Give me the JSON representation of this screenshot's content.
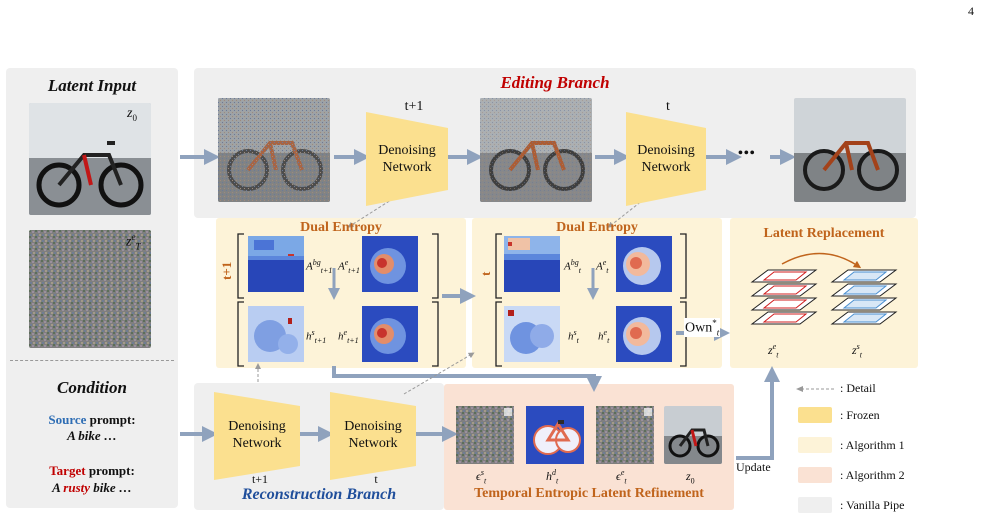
{
  "page_number": "4",
  "latent_input": {
    "title": "Latent Input",
    "z0": "z",
    "z0_sub": "0",
    "zT": "z",
    "zT_sup": "e",
    "zT_sub": "T"
  },
  "condition": {
    "title": "Condition",
    "source_word": "Source",
    "source_rest": " prompt:",
    "source_text": "A bike …",
    "target_word": "Target",
    "target_rest": " prompt:",
    "target_pre": "A ",
    "target_emph": "rusty",
    "target_post": " bike …"
  },
  "editing_branch": {
    "title": "Editing Branch",
    "step1": "t+1",
    "step2": "t",
    "net_label": "Denoising Network",
    "ellipsis": "•••"
  },
  "dual_entropy": {
    "title": "Dual Entropy",
    "left_step": "t+1",
    "right_step": "t",
    "left_labels": {
      "abg": "A",
      "abg_sub": "t+1",
      "abg_sup": "bg",
      "ae": "A",
      "ae_sub": "t+1",
      "ae_sup": "e",
      "hs": "h",
      "hs_sub": "t+1",
      "hs_sup": "s",
      "he": "h",
      "he_sub": "t+1",
      "he_sup": "e"
    },
    "right_labels": {
      "abg": "A",
      "abg_sub": "t",
      "abg_sup": "bg",
      "ae": "A",
      "ae_sub": "t",
      "ae_sup": "e",
      "hs": "h",
      "hs_sub": "t",
      "hs_sup": "s",
      "he": "h",
      "he_sub": "t",
      "he_sup": "e"
    }
  },
  "own": {
    "text": "Own",
    "sup": "*",
    "sub": "t"
  },
  "latent_replacement": {
    "title": "Latent Replacement",
    "left": "z",
    "left_sup": "e",
    "left_sub": "t",
    "right": "z",
    "right_sup": "s",
    "right_sub": "t"
  },
  "reconstruction_branch": {
    "title": "Reconstruction Branch",
    "net_label": "Denoising Network",
    "step1": "t+1",
    "step2": "t"
  },
  "refinement": {
    "title": "Temporal Entropic Latent Refinement",
    "items": [
      {
        "sym": "ϵ",
        "sup": "s",
        "sub": "t"
      },
      {
        "sym": "h",
        "sup": "d",
        "sub": "t"
      },
      {
        "sym": "ϵ",
        "sup": "e",
        "sub": "t"
      },
      {
        "sym": "z",
        "sup": "",
        "sub": "0"
      }
    ]
  },
  "update_label": "Update",
  "legend": [
    {
      "label": ": Detail",
      "color": "#999999"
    },
    {
      "label": ": Frozen",
      "color": "#fbe08f"
    },
    {
      "label": ": Algorithm 1",
      "color": "#fdf3d8"
    },
    {
      "label": ": Algorithm 2",
      "color": "#fae2d4"
    },
    {
      "label": ": Vanilla Pipe",
      "color": "#efefef"
    }
  ],
  "colors": {
    "arrow": "#8fa2bd",
    "frozen": "#fbe08f",
    "title_red": "#c00000",
    "title_blue": "#1f4e9b",
    "title_orange": "#c0641c"
  }
}
